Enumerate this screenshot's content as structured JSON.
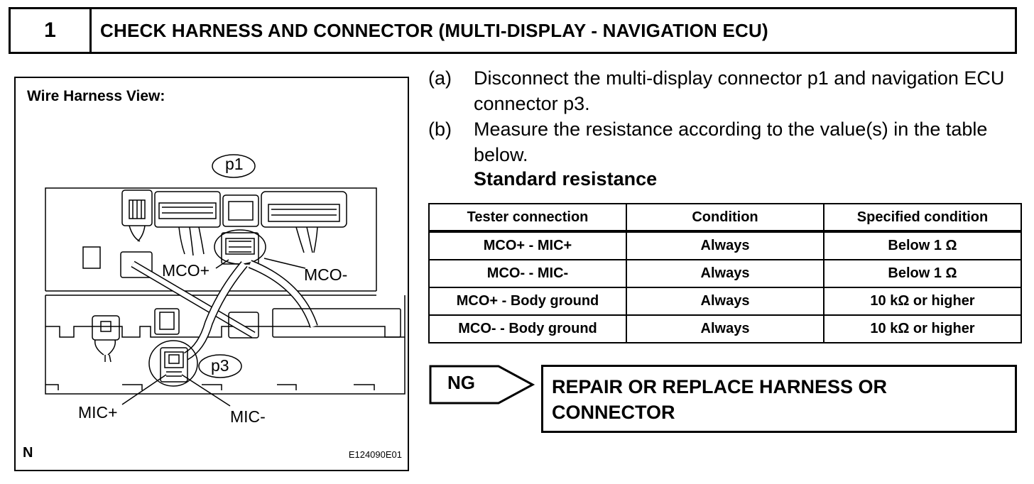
{
  "header": {
    "step_number": "1",
    "title": "CHECK HARNESS AND CONNECTOR (MULTI-DISPLAY - NAVIGATION ECU)"
  },
  "figure": {
    "title": "Wire Harness View:",
    "labels": {
      "p1": "p1",
      "p3": "p3",
      "mco_plus": "MCO+",
      "mco_minus": "MCO-",
      "mic_plus": "MIC+",
      "mic_minus": "MIC-"
    },
    "corner_letter": "N",
    "code": "E124090E01"
  },
  "steps": [
    {
      "label": "(a)",
      "text": "Disconnect the multi-display connector p1 and navigation ECU connector p3."
    },
    {
      "label": "(b)",
      "text": "Measure the resistance according to the value(s) in the table below."
    }
  ],
  "standard_heading": "Standard resistance",
  "table": {
    "headers": [
      "Tester connection",
      "Condition",
      "Specified condition"
    ],
    "rows": [
      [
        "MCO+ - MIC+",
        "Always",
        "Below 1 Ω"
      ],
      [
        "MCO- - MIC-",
        "Always",
        "Below 1 Ω"
      ],
      [
        "MCO+ - Body ground",
        "Always",
        "10 kΩ or higher"
      ],
      [
        "MCO- - Body ground",
        "Always",
        "10 kΩ or higher"
      ]
    ]
  },
  "ng": {
    "label": "NG",
    "result": "REPAIR OR REPLACE HARNESS OR CONNECTOR"
  }
}
